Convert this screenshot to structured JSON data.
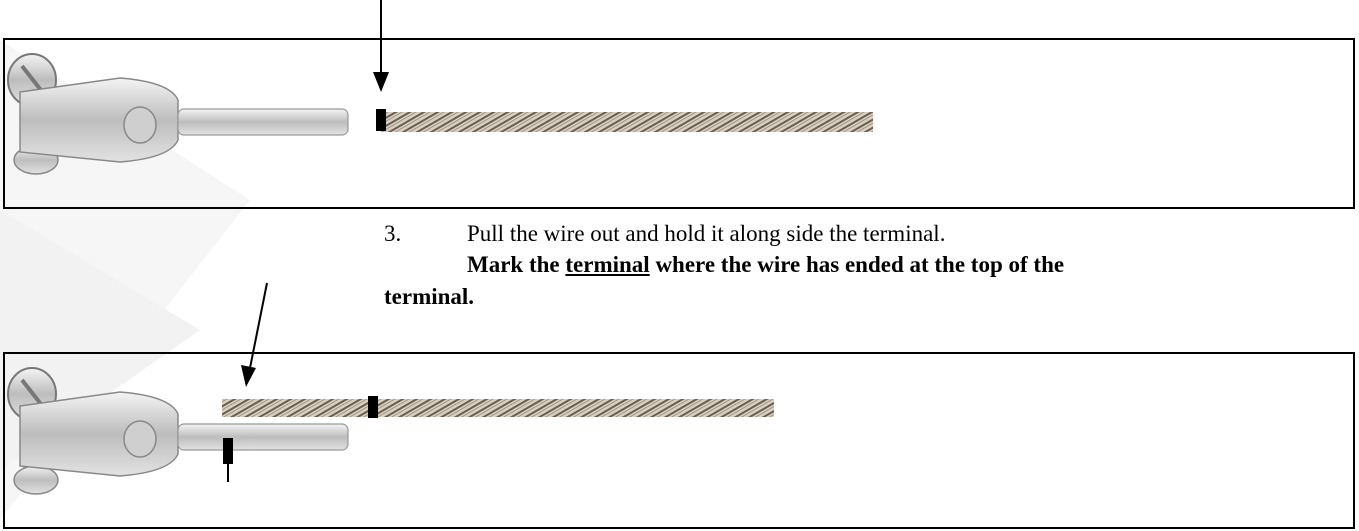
{
  "instruction": {
    "number": "3.",
    "text": "Pull the wire out and hold it along side the terminal.",
    "bold_before": "Mark the ",
    "bold_underlined": "terminal",
    "bold_after": " where the wire has ended at the top of the",
    "bold_continued": "terminal."
  },
  "colors": {
    "wire_light": "#d8cfc2",
    "wire_dark": "#6b5f52",
    "metal": "#c9c9c9",
    "mark": "#000000"
  }
}
